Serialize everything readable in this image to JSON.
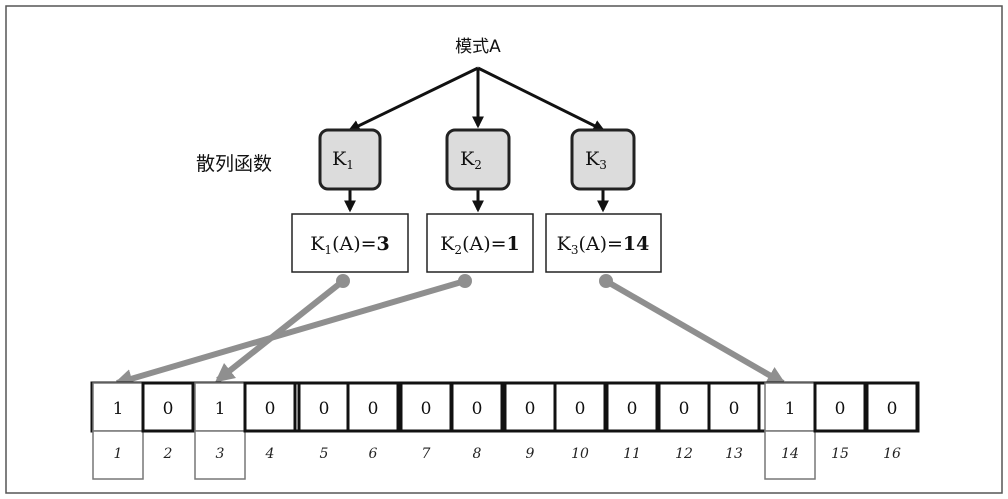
{
  "pattern_label": "模式A",
  "hash_label": "散列函数",
  "hash_functions": [
    {
      "name": "K",
      "sub": "1",
      "result_suffix": "(A)=",
      "result": "3"
    },
    {
      "name": "K",
      "sub": "2",
      "result_suffix": "(A)=",
      "result": "1"
    },
    {
      "name": "K",
      "sub": "3",
      "result_suffix": "(A)=",
      "result": "14"
    }
  ],
  "bits": [
    "1",
    "0",
    "1",
    "0",
    "0",
    "0",
    "0",
    "0",
    "0",
    "0",
    "0",
    "0",
    "0",
    "1",
    "0",
    "0"
  ],
  "indices": [
    "1",
    "2",
    "3",
    "4",
    "5",
    "6",
    "7",
    "8",
    "9",
    "10",
    "11",
    "12",
    "13",
    "14",
    "15",
    "16"
  ],
  "highlighted_positions": [
    1,
    3,
    14
  ],
  "colors": {
    "hash_box_fill": "#dcdcdc",
    "arrow_grey": "#8f8f8f",
    "highlight_border": "#777777"
  }
}
